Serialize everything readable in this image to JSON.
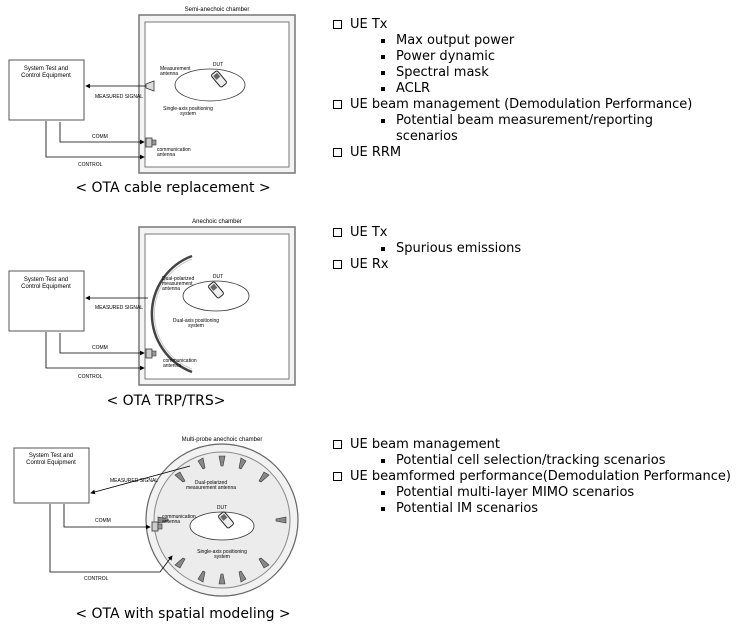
{
  "panel1": {
    "caption": "< OTA cable replacement >",
    "chamber_label": "Semi-anechoic chamber",
    "equipment_label": [
      "System Test and",
      "Control Equipment"
    ],
    "measurement_antenna_label": [
      "Measurement",
      "antenna"
    ],
    "dut_label": "DUT",
    "positioning_label": [
      "Single-axis positioning",
      "system"
    ],
    "measured_signal_label": "MEASURED SIGNAL",
    "comm_label": "COMM",
    "control_label": "CONTROL",
    "comm_antenna_label": [
      "communication",
      "antenna"
    ]
  },
  "panel2": {
    "caption": "< OTA TRP/TRS>",
    "chamber_label": "Anechoic chamber",
    "equipment_label": [
      "System Test and",
      "Control Equipment"
    ],
    "measurement_antenna_label": [
      "Dual-polarized",
      "measurement",
      "antenna"
    ],
    "dut_label": "DUT",
    "positioning_label": [
      "Dual-axis positioning",
      "system"
    ],
    "measured_signal_label": "MEASURED SIGNAL",
    "comm_label": "COMM",
    "control_label": "CONTROL",
    "comm_antenna_label": [
      "communication",
      "antenna"
    ]
  },
  "panel3": {
    "caption": "< OTA with spatial modeling >",
    "chamber_label": "Multi-probe anechoic chamber",
    "equipment_label": [
      "System Test and",
      "Control Equipment"
    ],
    "measurement_antenna_label": [
      "Dual-polarized",
      "measurement antenna"
    ],
    "dut_label": "DUT",
    "positioning_label": [
      "Single-axis positioning",
      "system"
    ],
    "measured_signal_label": "MEASURED SIGNAL",
    "comm_label": "COMM",
    "control_label": "CONTROL",
    "comm_antenna_label": [
      "communication",
      "antenna"
    ]
  },
  "lists": {
    "list1": {
      "item1": "UE Tx",
      "item1_sub": [
        "Max output power",
        "Power dynamic",
        "Spectral mask",
        "ACLR"
      ],
      "item2": "UE beam management (Demodulation Performance)",
      "item2_sub": [
        "Potential beam measurement/reporting scenarios"
      ],
      "item3": "UE RRM"
    },
    "list2": {
      "item1": "UE Tx",
      "item1_sub": [
        "Spurious emissions"
      ],
      "item2": "UE Rx"
    },
    "list3": {
      "item1": "UE beam management",
      "item1_sub": [
        "Potential cell selection/tracking scenarios"
      ],
      "item2": "UE beamformed performance(Demodulation Performance)",
      "item2_sub": [
        "Potential multi-layer MIMO scenarios",
        "Potential IM scenarios"
      ]
    }
  }
}
